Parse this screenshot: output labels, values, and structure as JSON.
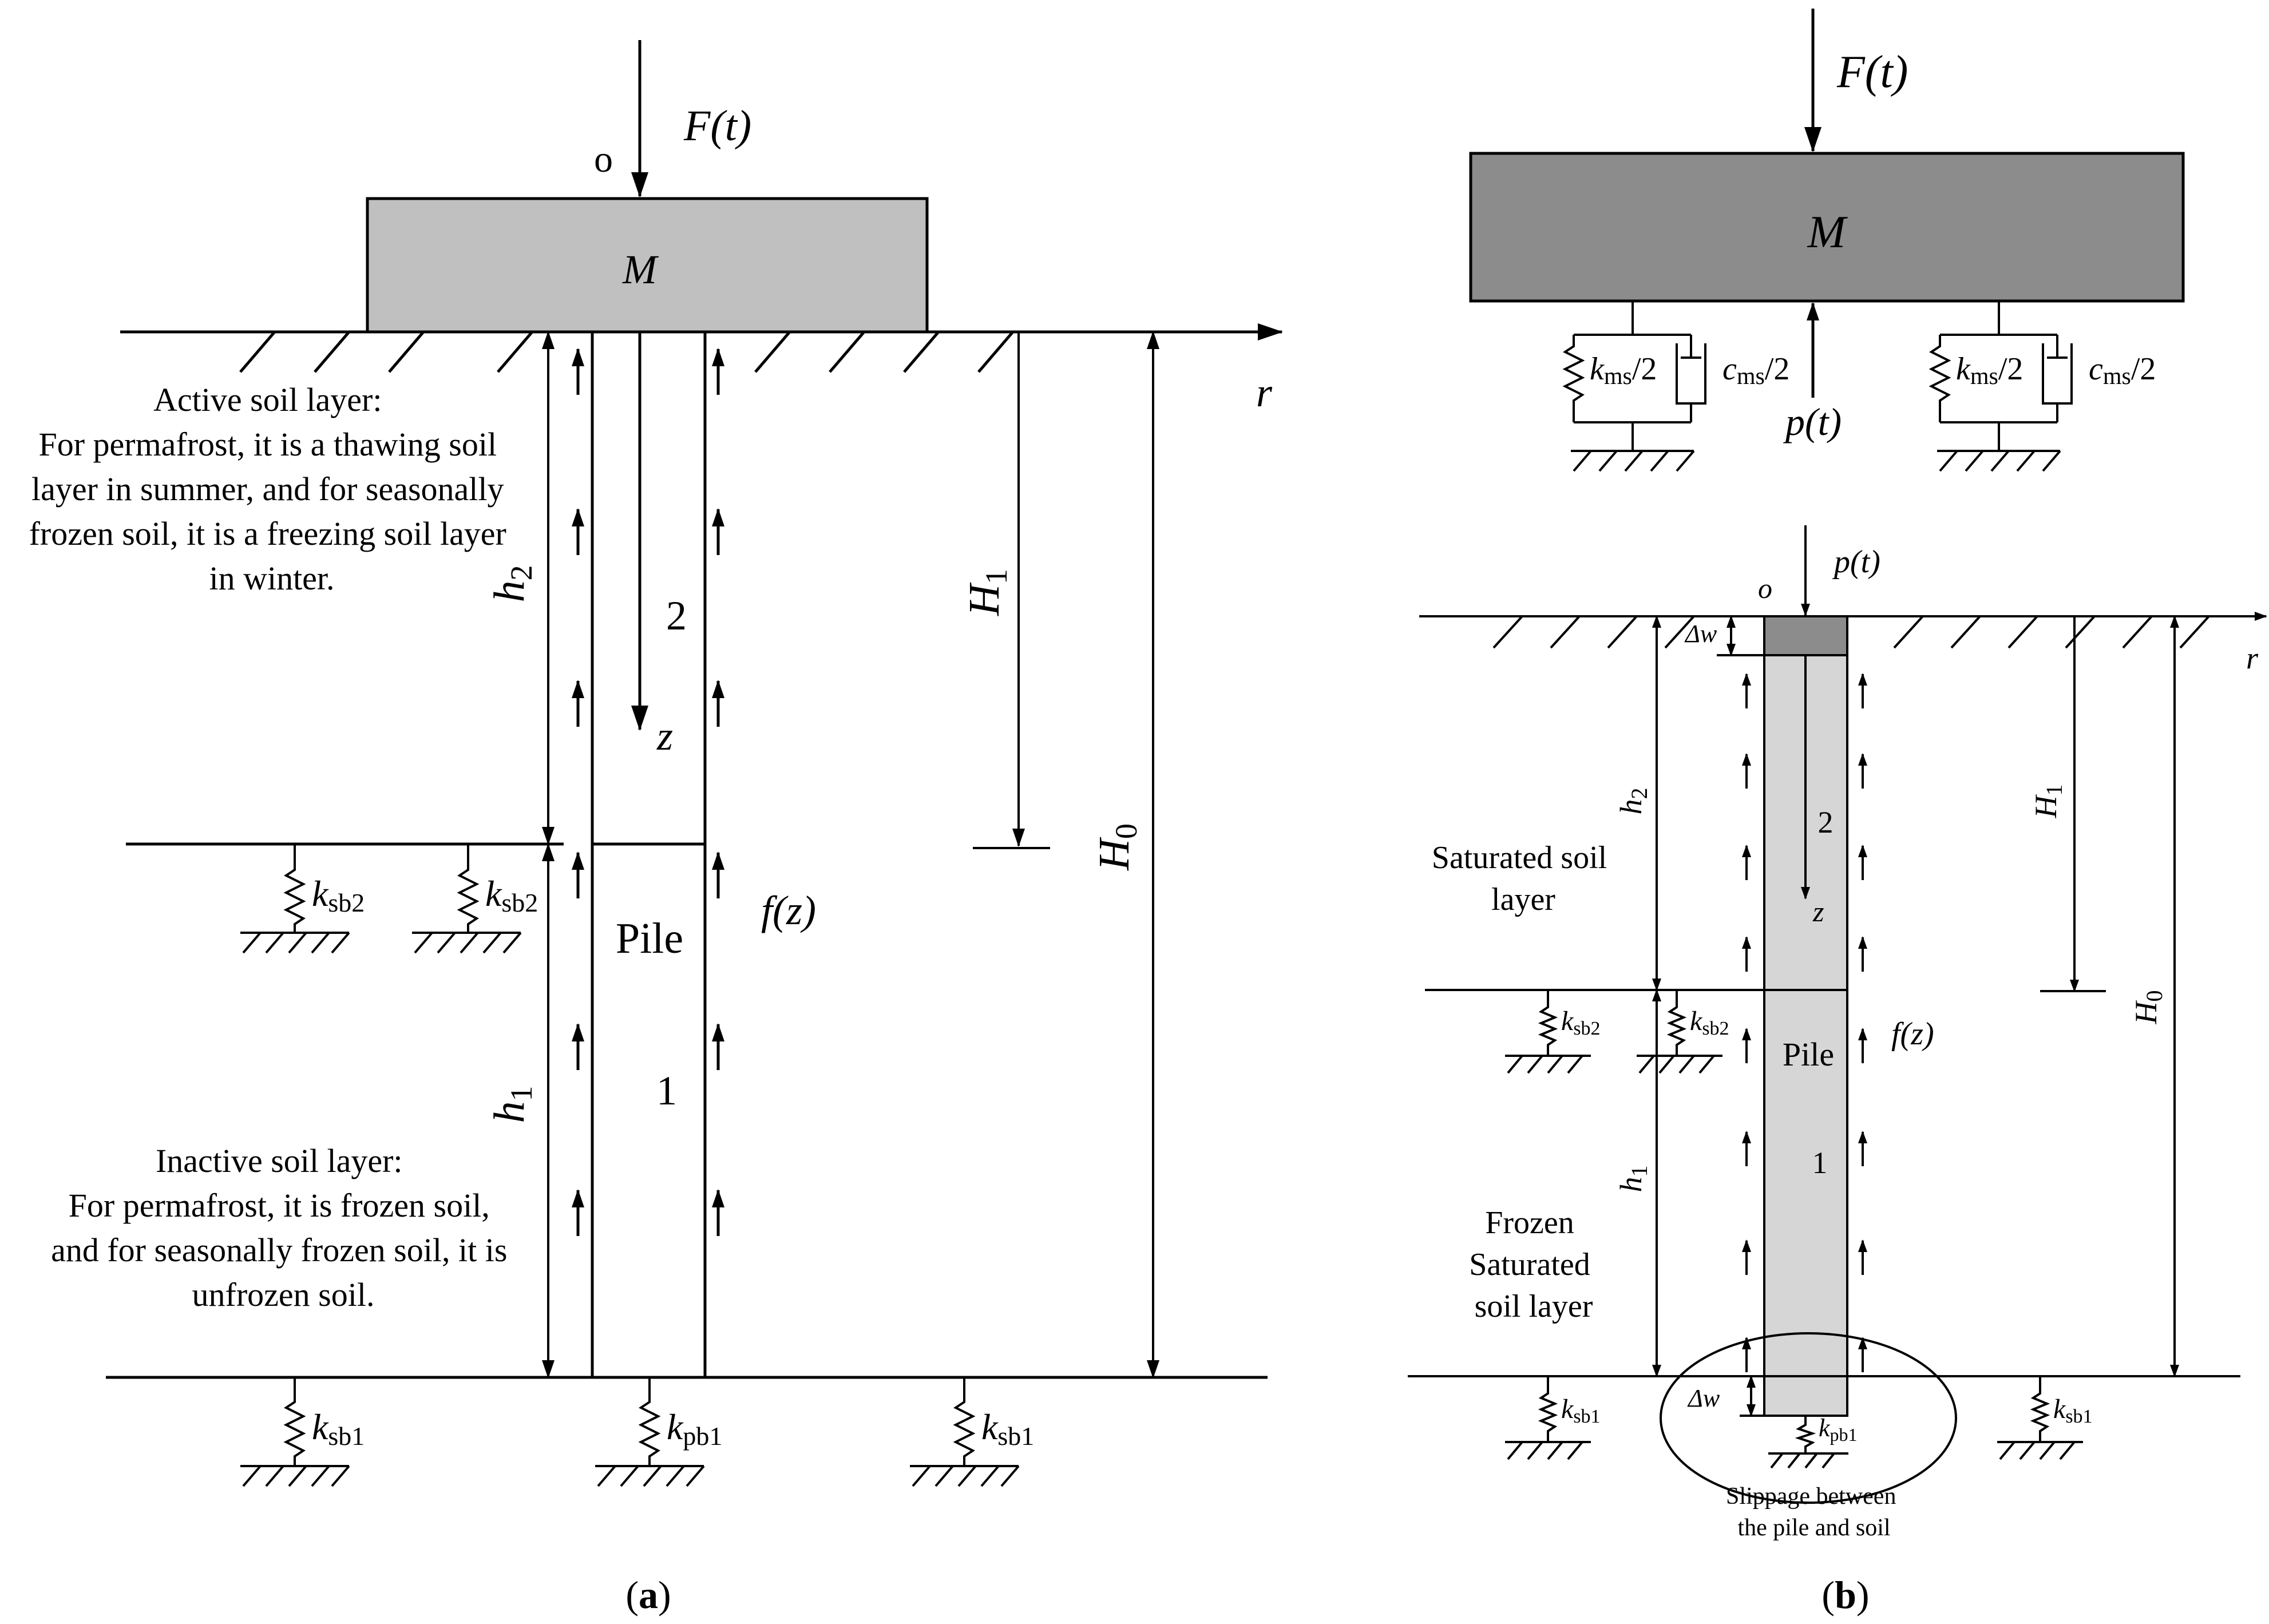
{
  "panel_a": {
    "label_open": "(",
    "label_letter": "a",
    "label_close": ")",
    "force": "F(t)",
    "origin": "o",
    "mass": "M",
    "axis_r": "r",
    "axis_z": "z",
    "segment_2": "2",
    "segment_1": "1",
    "pile": "Pile",
    "friction": "f(z)",
    "h2": "h2",
    "h1": "h1",
    "H1": "H1",
    "H0": "H0",
    "ksb2_left": "ksb2",
    "ksb2_right": "ksb2",
    "ksb1_left": "ksb1",
    "kpb1": "kpb1",
    "ksb1_right": "ksb1",
    "active_text": [
      "Active soil layer:",
      "For permafrost, it is a thawing soil",
      "layer in summer, and for seasonally",
      "frozen soil, it is a freezing soil layer",
      "in winter."
    ],
    "inactive_text": [
      "Inactive soil layer:",
      "For permafrost, it is frozen soil,",
      "and for seasonally frozen soil, it is",
      "unfrozen soil."
    ]
  },
  "panel_b": {
    "label_open": "(",
    "label_letter": "b",
    "label_close": ")",
    "force": "F(t)",
    "mass": "M",
    "kms_left": "kms/2",
    "cms_left": "cms/2",
    "kms_right": "kms/2",
    "cms_right": "cms/2",
    "p_top": "p(t)",
    "p_pile": "p(t)",
    "origin": "o",
    "axis_r": "r",
    "axis_z": "z",
    "delta_top": "Δw",
    "delta_bottom": "Δw",
    "segment_2": "2",
    "segment_1": "1",
    "pile": "Pile",
    "friction": "f(z)",
    "h2": "h2",
    "h1": "h1",
    "H1": "H1",
    "H0": "H0",
    "ksb2_left": "ksb2",
    "ksb2_right": "ksb2",
    "ksb1_left": "ksb1",
    "kpb1": "kpb1",
    "ksb1_right": "ksb1",
    "saturated_text": [
      "Saturated soil",
      "layer"
    ],
    "frozen_text": [
      "Frozen",
      "Saturated",
      "soil layer"
    ],
    "slippage_text": [
      "Slippage between",
      "the pile and soil"
    ]
  },
  "colors": {
    "mass_a": "#c0c0c0",
    "mass_b": "#8c8c8c",
    "pile_b": "#d6d6d6",
    "pile_cap_b": "#8c8c8c"
  }
}
